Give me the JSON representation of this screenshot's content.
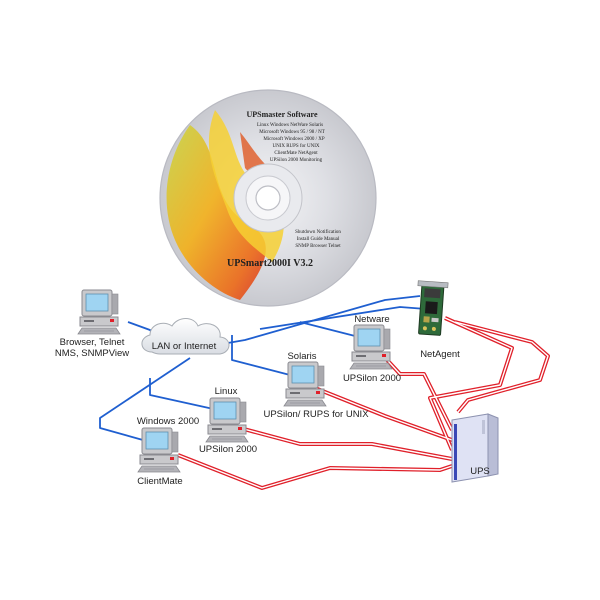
{
  "colors": {
    "lan": "#1f5fd0",
    "serial": "#e0202a",
    "serial_inner": "#ffffff",
    "screen": "#9fd4f2",
    "case": "#c9c9cc",
    "case_dark": "#8a8a90",
    "ups_body": "#eef0fb",
    "cd_silver": "#dcdde3"
  },
  "cd": {
    "title": "UPSmaster Software",
    "subtitle": "UPSmart2000I V3.2",
    "body_lines": [
      "Linux  Windows  NetWare  Solaris",
      "Microsoft Windows 95 / 98 / NT",
      "Microsoft Windows 2000 / XP",
      "UNIX  RUPS for UNIX",
      "ClientMate  NetAgent",
      "UPSilon 2000  Monitoring",
      "Shutdown  Notification",
      "Install Guide  Manual",
      "SNMP  Browser  Telnet"
    ],
    "icon": "compact-disc-icon"
  },
  "cloud": {
    "label": "LAN or Internet",
    "icon": "cloud-icon"
  },
  "nodes": {
    "browser": {
      "label_lines": [
        "Browser, Telnet",
        "NMS, SNMPView"
      ],
      "icon": "computer-icon"
    },
    "netware": {
      "label": "Netware",
      "caption": "UPSilon 2000",
      "icon": "computer-icon"
    },
    "solaris": {
      "label": "Solaris",
      "caption": "UPSilon/ RUPS for UNIX",
      "icon": "computer-icon"
    },
    "linux": {
      "label": "Linux",
      "caption": "UPSilon 2000",
      "icon": "computer-icon"
    },
    "windows": {
      "label": "Windows 2000",
      "caption": "ClientMate",
      "icon": "computer-icon"
    },
    "netagent": {
      "label": "NetAgent",
      "icon": "network-card-icon"
    },
    "ups": {
      "label": "UPS",
      "icon": "ups-icon"
    }
  }
}
